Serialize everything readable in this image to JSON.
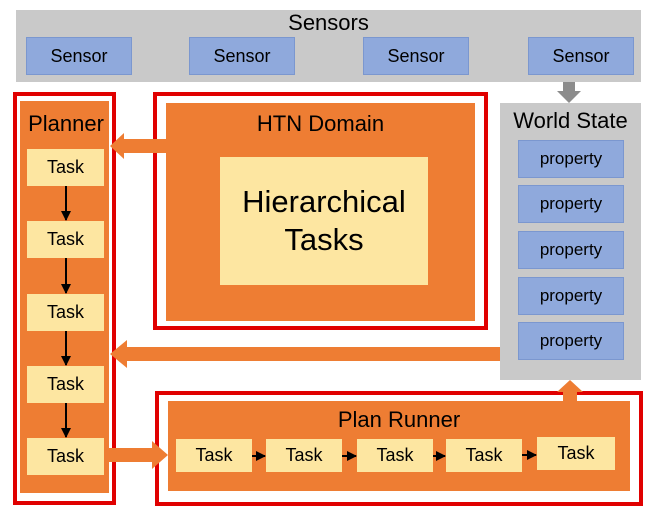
{
  "sensors": {
    "title": "Sensors",
    "items": [
      "Sensor",
      "Sensor",
      "Sensor",
      "Sensor"
    ]
  },
  "planner": {
    "title": "Planner",
    "tasks": [
      "Task",
      "Task",
      "Task",
      "Task",
      "Task"
    ]
  },
  "htn_domain": {
    "title": "HTN Domain",
    "inner_line1": "Hierarchical",
    "inner_line2": "Tasks"
  },
  "world_state": {
    "title": "World State",
    "properties": [
      "property",
      "property",
      "property",
      "property",
      "property"
    ]
  },
  "plan_runner": {
    "title": "Plan Runner",
    "tasks": [
      "Task",
      "Task",
      "Task",
      "Task",
      "Task"
    ]
  },
  "colors": {
    "orange": "#ee7d33",
    "task_fill": "#fde6a1",
    "sensor_fill": "#8fa9dc",
    "panel_gray": "#c9c9c9",
    "highlight_red": "#e00000"
  }
}
